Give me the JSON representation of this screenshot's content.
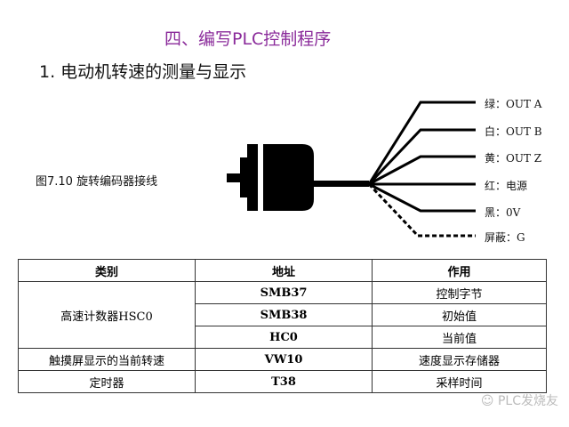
{
  "title": "四、编写PLC控制程序",
  "subtitle": "1. 电动机转速的测量与显示",
  "figure_caption": "图7.10  旋转编码器接线",
  "wires": [
    {
      "label": "绿：OUT A",
      "style": "solid"
    },
    {
      "label": "白：OUT B",
      "style": "solid"
    },
    {
      "label": "黄：OUT Z",
      "style": "solid"
    },
    {
      "label": "红：电源",
      "style": "solid"
    },
    {
      "label": "黑：0V",
      "style": "solid"
    },
    {
      "label": "屏蔽：G",
      "style": "dashed"
    }
  ],
  "table": {
    "headers": [
      "类别",
      "地址",
      "作用"
    ],
    "rows": [
      {
        "category": "高速计数器HSC0",
        "address": "SMB37",
        "function": "控制字节"
      },
      {
        "category": "",
        "address": "SMB38",
        "function": "初始值"
      },
      {
        "category": "",
        "address": "HC0",
        "function": "当前值"
      },
      {
        "category": "触摸屏显示的当前转速",
        "address": "VW10",
        "function": "速度显示存储器"
      },
      {
        "category": "定时器",
        "address": "T38",
        "function": "采样时间"
      }
    ]
  },
  "watermark": "PLC发烧友",
  "colors": {
    "title": "#8a2a9a"
  }
}
